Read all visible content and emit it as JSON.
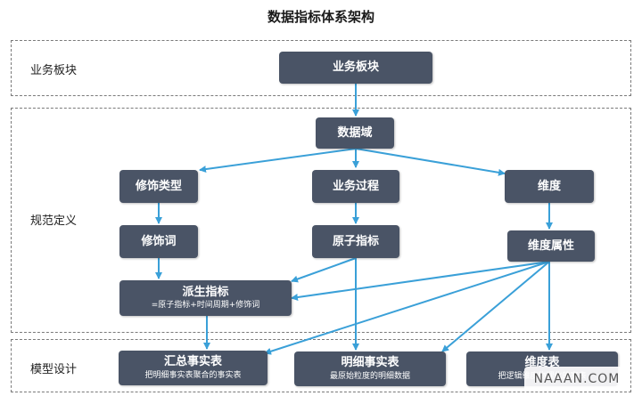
{
  "title": "数据指标体系架构",
  "layers": {
    "business": "业务板块",
    "spec": "规范定义",
    "model": "模型设计"
  },
  "nodes": {
    "business_block": "业务板块",
    "data_domain": "数据域",
    "modifier_type": "修饰类型",
    "business_process": "业务过程",
    "dimension": "维度",
    "modifier_word": "修饰词",
    "atomic_metric": "原子指标",
    "dimension_attr": "维度属性",
    "derived_metric": "派生指标",
    "derived_metric_sub": "=原子指标+时间周期+修饰词",
    "summary_fact": "汇总事实表",
    "summary_fact_sub": "把明细事实表聚合的事实表",
    "detail_fact": "明细事实表",
    "detail_fact_sub": "最原始粒度的明细数据",
    "dim_table": "维度表",
    "dim_table_sub": "把逻辑维度物理化的宽表"
  },
  "colors": {
    "node": "#4a5466",
    "arrow": "#3aa0d8",
    "border": "#7a7a7a"
  },
  "watermark": "NAAAN.COM"
}
